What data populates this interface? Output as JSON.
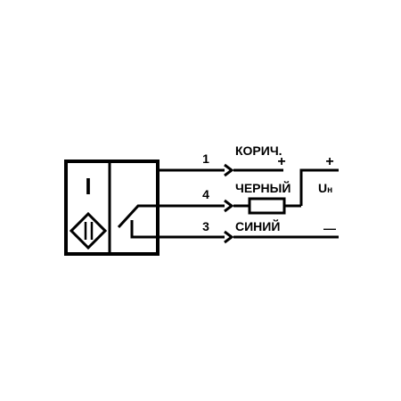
{
  "sensor": {
    "type_symbol": "I"
  },
  "wires": [
    {
      "pin": "1",
      "color_label": "КОРИЧ."
    },
    {
      "pin": "4",
      "color_label": "ЧЕРНЫЙ"
    },
    {
      "pin": "3",
      "color_label": "СИНИЙ"
    }
  ],
  "terminals": {
    "plus_near": "+",
    "plus_far": "+",
    "minus": "—"
  },
  "supply": {
    "label_main": "U",
    "label_sub": "н"
  }
}
